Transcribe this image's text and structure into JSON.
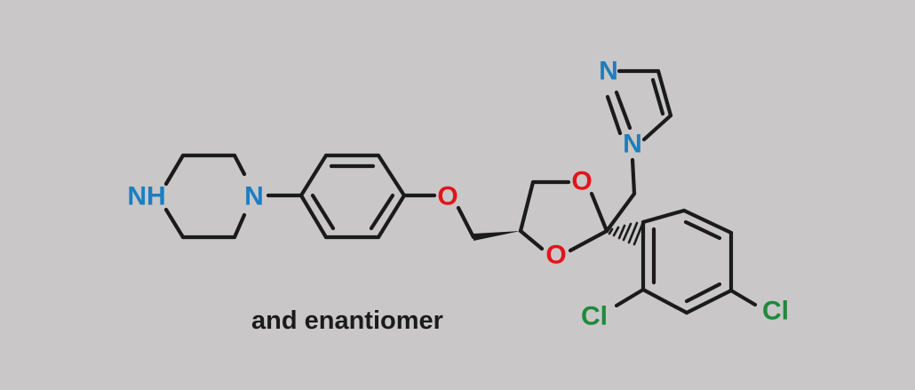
{
  "caption": "and enantiomer",
  "atom_labels": {
    "nh": "NH",
    "n_piperazine": "N",
    "o_ether": "O",
    "o_dioxolane_top": "O",
    "o_dioxolane_bottom": "O",
    "n_imidazole_top": "N",
    "n_imidazole_bottom": "N",
    "cl_ortho": "Cl",
    "cl_para": "Cl"
  },
  "colors": {
    "background": "#c9c7c8",
    "bond": "#1b1b1b",
    "nitrogen": "#1a7fc1",
    "oxygen": "#e3141b",
    "chlorine": "#1e8a3c"
  }
}
